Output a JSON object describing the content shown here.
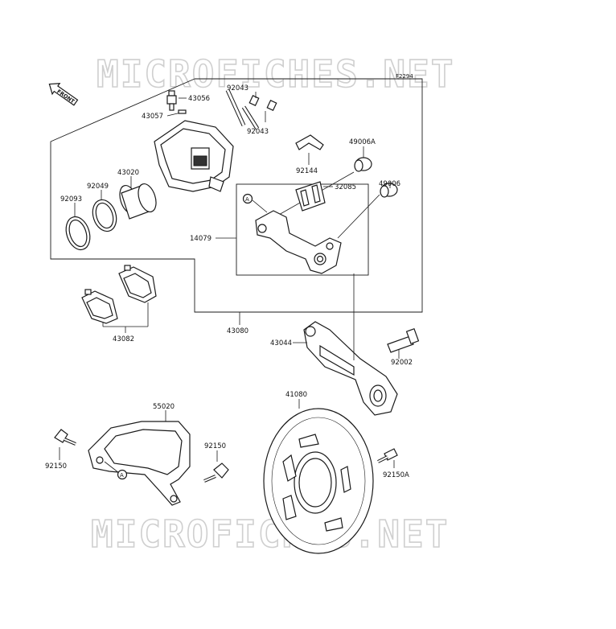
{
  "watermark": {
    "top": "MICROFICHES.NET",
    "bottom": "MICROFICHES.NET"
  },
  "figure_code": "F2294",
  "front_label": "FRONT",
  "callout_a": "A",
  "parts": {
    "p43056": "43056",
    "p43057": "43057",
    "p92043a": "92043",
    "p92043b": "92043",
    "p43020": "43020",
    "p92049": "92049",
    "p92093": "92093",
    "p92144": "92144",
    "p49006A": "49006A",
    "p49006": "49006",
    "p32085": "32085",
    "p14079": "14079",
    "p43082": "43082",
    "p43080": "43080",
    "p43044": "43044",
    "p92002": "92002",
    "p41080": "41080",
    "p55020": "55020",
    "p92150a": "92150",
    "p92150b": "92150",
    "p92150A": "92150A"
  }
}
